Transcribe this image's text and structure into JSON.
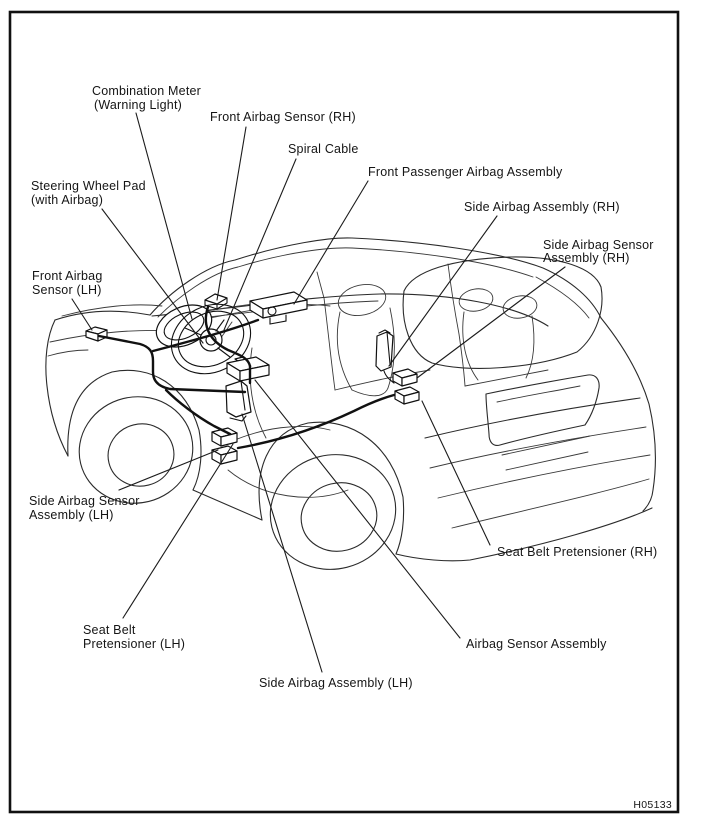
{
  "figure": {
    "kind": "airbag-component-location-diagram",
    "code": "H05133",
    "labels": [
      {
        "id": "combination-meter",
        "lines": [
          "Combination Meter",
          "(Warning Light)"
        ]
      },
      {
        "id": "front-airbag-sensor-rh",
        "lines": [
          "Front Airbag Sensor (RH)"
        ]
      },
      {
        "id": "spiral-cable",
        "lines": [
          "Spiral Cable"
        ]
      },
      {
        "id": "front-passenger-airbag",
        "lines": [
          "Front Passenger Airbag Assembly"
        ]
      },
      {
        "id": "side-airbag-assembly-rh",
        "lines": [
          "Side Airbag Assembly (RH)"
        ]
      },
      {
        "id": "side-airbag-sensor-rh",
        "lines": [
          "Side Airbag Sensor",
          "Assembly (RH)"
        ]
      },
      {
        "id": "steering-wheel-pad",
        "lines": [
          "Steering Wheel Pad",
          "(with Airbag)"
        ]
      },
      {
        "id": "front-airbag-sensor-lh",
        "lines": [
          "Front Airbag",
          "Sensor (LH)"
        ]
      },
      {
        "id": "side-airbag-sensor-lh",
        "lines": [
          "Side Airbag Sensor",
          "Assembly (LH)"
        ]
      },
      {
        "id": "seat-belt-pretensioner-lh",
        "lines": [
          "Seat Belt",
          "Pretensioner (LH)"
        ]
      },
      {
        "id": "side-airbag-assembly-lh",
        "lines": [
          "Side Airbag Assembly (LH)"
        ]
      },
      {
        "id": "seat-belt-pretensioner-rh",
        "lines": [
          "Seat Belt Pretensioner (RH)"
        ]
      },
      {
        "id": "airbag-sensor-assembly",
        "lines": [
          "Airbag Sensor Assembly"
        ]
      }
    ]
  }
}
